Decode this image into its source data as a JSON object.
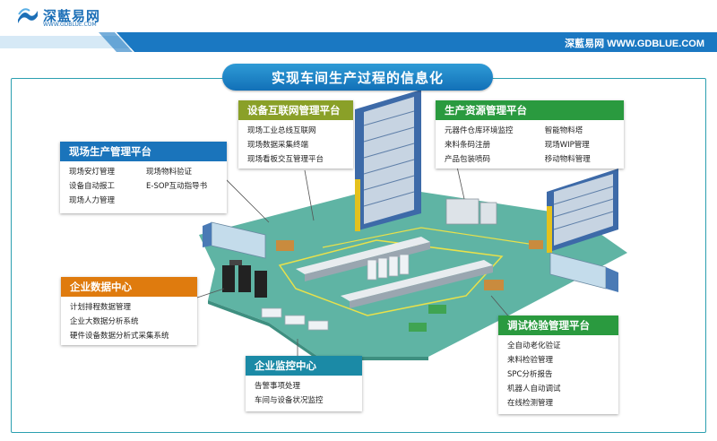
{
  "brand": {
    "logo_text": "深藍易网",
    "logo_sub": "WWW.GDBLUE.COM",
    "band_text": "深藍易网 WWW.GDBLUE.COM"
  },
  "title": "实现车间生产过程的信息化",
  "colors": {
    "blue_head": "#1a74bb",
    "green_head": "#2a9a3f",
    "olive_head": "#8aa028",
    "orange_head": "#df7b0e",
    "teal_head": "#1b8aa6",
    "floor": "#5fb4a4",
    "frame": "#2b9fb0"
  },
  "panels": {
    "onsite": {
      "title": "现场生产管理平台",
      "items": [
        "现场安灯管理",
        "现场物料验证",
        "设备自动报工",
        "E-SOP互动指导书",
        "现场人力管理"
      ]
    },
    "iot": {
      "title": "设备互联网管理平台",
      "items": [
        "现场工业总线互联网",
        "现场数据采集终端",
        "现场看板交互管理平台"
      ]
    },
    "resource": {
      "title": "生产资源管理平台",
      "items": [
        "元器件仓库环境监控",
        "智能物料塔",
        "来料条码注册",
        "现场WIP管理",
        "产品包装喷码",
        "移动物料管理"
      ]
    },
    "data_center": {
      "title": "企业数据中心",
      "items": [
        "计划排程数据管理",
        "企业大数据分析系统",
        "硬件设备数据分析式采集系统"
      ]
    },
    "monitor": {
      "title": "企业监控中心",
      "items": [
        "告警事项处理",
        "车间与设备状况监控"
      ]
    },
    "inspection": {
      "title": "调试检验管理平台",
      "items": [
        "全自动老化验证",
        "来料检验管理",
        "SPC分析报告",
        "机器人自动调试",
        "在线检测管理"
      ]
    }
  }
}
